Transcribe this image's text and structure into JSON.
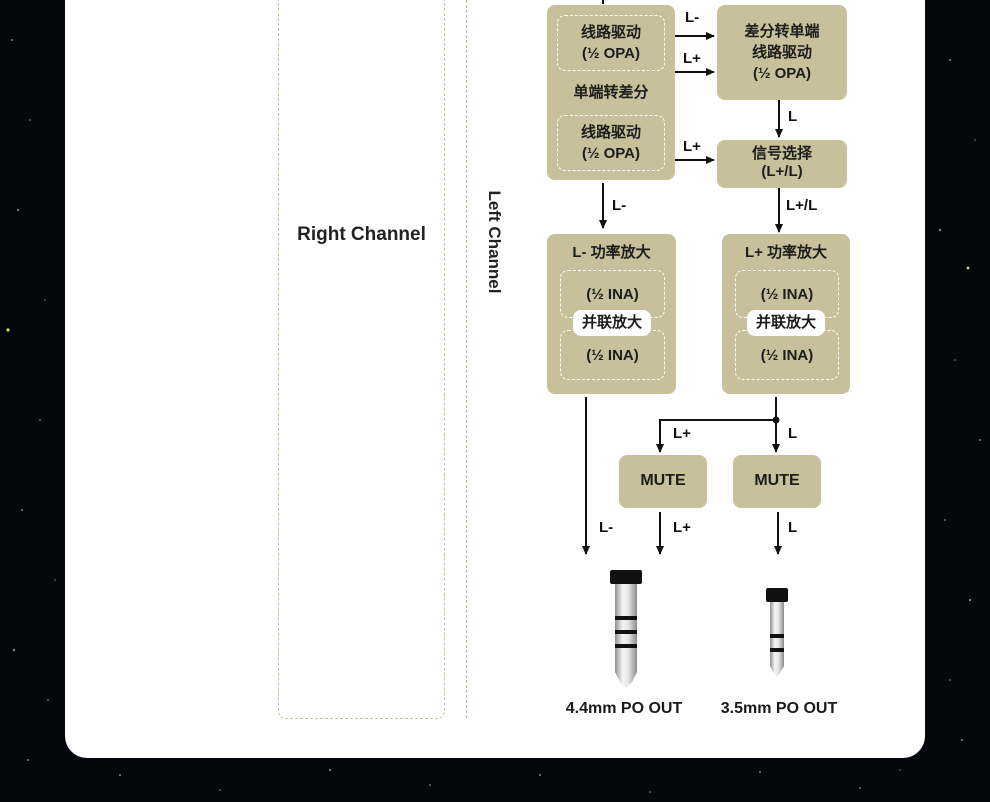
{
  "labels": {
    "right_channel": "Right Channel",
    "left_channel": "Left Channel"
  },
  "blocks": {
    "se_to_diff": {
      "title": "单端转差分",
      "top": "线路驱动\n(½ OPA)",
      "bottom": "线路驱动\n(½ OPA)"
    },
    "diff_to_se": {
      "text": "差分转单端\n线路驱动\n(½ OPA)"
    },
    "signal_select": {
      "text": "信号选择\n(L+/L)"
    },
    "amp_minus": {
      "title": "L- 功率放大",
      "top": "(½ INA)",
      "mid": "并联放大",
      "bottom": "(½ INA)"
    },
    "amp_plus": {
      "title": "L+ 功率放大",
      "top": "(½ INA)",
      "mid": "并联放大",
      "bottom": "(½ INA)"
    },
    "mute_a": "MUTE",
    "mute_b": "MUTE"
  },
  "signals": {
    "s1": "L-",
    "s2": "L+",
    "s3": "L",
    "s4": "L+",
    "s5": "L-",
    "s6": "L+/L",
    "s7": "L+",
    "s8": "L",
    "s9": "L-",
    "s10": "L+",
    "s11": "L"
  },
  "outputs": {
    "out_44": "4.4mm PO OUT",
    "out_35": "3.5mm PO OUT"
  },
  "colors": {
    "block": "#c7c09a",
    "panel": "#ffffff",
    "background": "#05070d",
    "dash": "#c8bf98"
  }
}
